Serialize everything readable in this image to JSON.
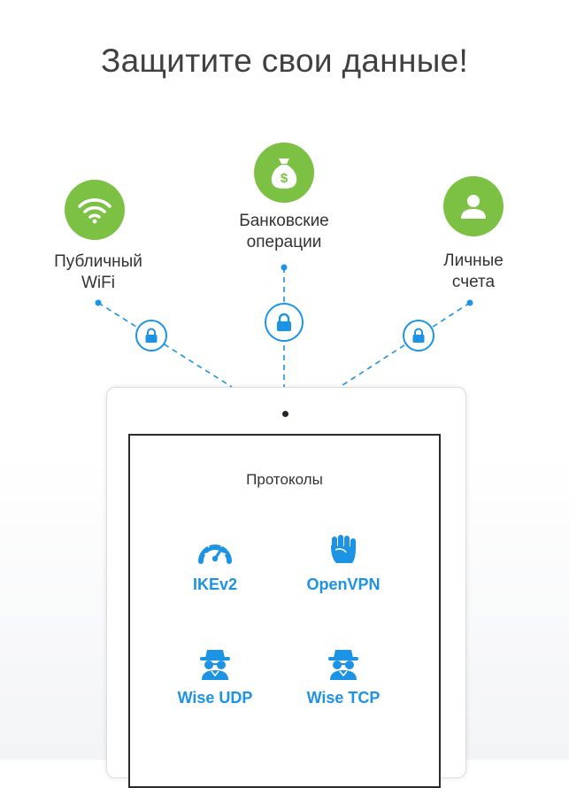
{
  "headline": "Защитите свои данные!",
  "features": [
    {
      "label_line1": "Публичный",
      "label_line2": "WiFi",
      "icon": "wifi-icon"
    },
    {
      "label_line1": "Банковские",
      "label_line2": "операции",
      "icon": "money-bag-icon"
    },
    {
      "label_line1": "Личные",
      "label_line2": "счета",
      "icon": "user-icon"
    }
  ],
  "device": {
    "screen_title": "Протоколы",
    "protocols": [
      {
        "label": "IKEv2",
        "icon": "speedometer-icon"
      },
      {
        "label": "OpenVPN",
        "icon": "fist-icon"
      },
      {
        "label": "Wise UDP",
        "icon": "spy-icon"
      },
      {
        "label": "Wise TCP",
        "icon": "spy-icon"
      }
    ]
  },
  "colors": {
    "accent_blue": "#1c93e5",
    "feature_green": "#7cc143",
    "headline_gray": "#404040"
  }
}
